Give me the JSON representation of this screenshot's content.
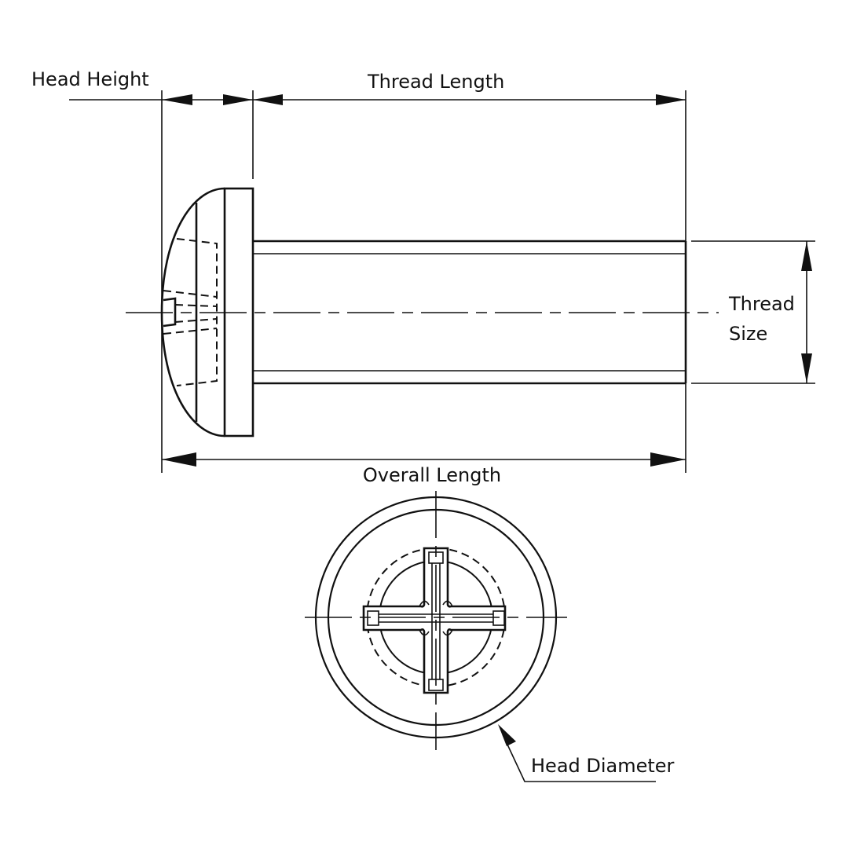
{
  "labels": {
    "head_height": "Head Height",
    "thread_length": "Thread Length",
    "thread_size_line1": "Thread",
    "thread_size_line2": "Size",
    "overall_length": "Overall Length",
    "head_diameter": "Head Diameter"
  }
}
